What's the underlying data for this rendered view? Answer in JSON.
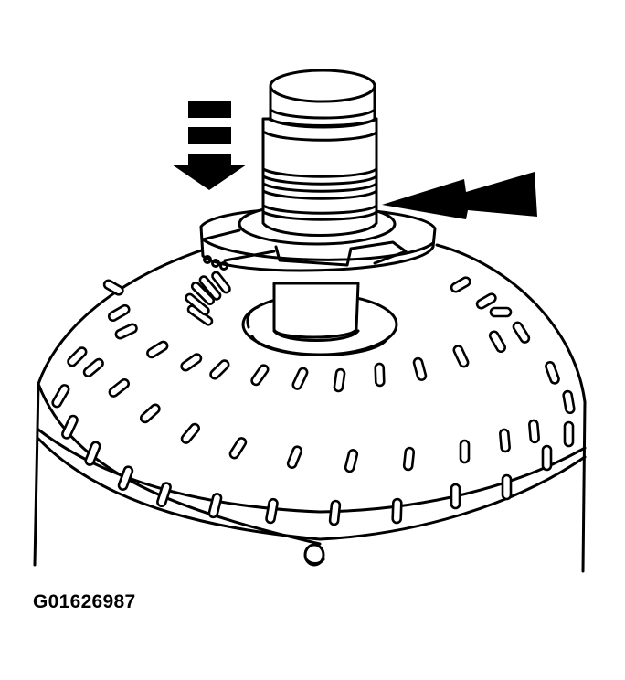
{
  "figure": {
    "id_label": "G01626987",
    "subject": "torque converter with input shaft and thrust washer",
    "callouts": [
      {
        "name": "down-arrow",
        "direction": "down",
        "style": "dashed-shaft solid head"
      },
      {
        "name": "left-arrow",
        "direction": "left",
        "style": "double-barb solid"
      }
    ],
    "colors": {
      "line": "#000000",
      "background": "#ffffff"
    }
  }
}
